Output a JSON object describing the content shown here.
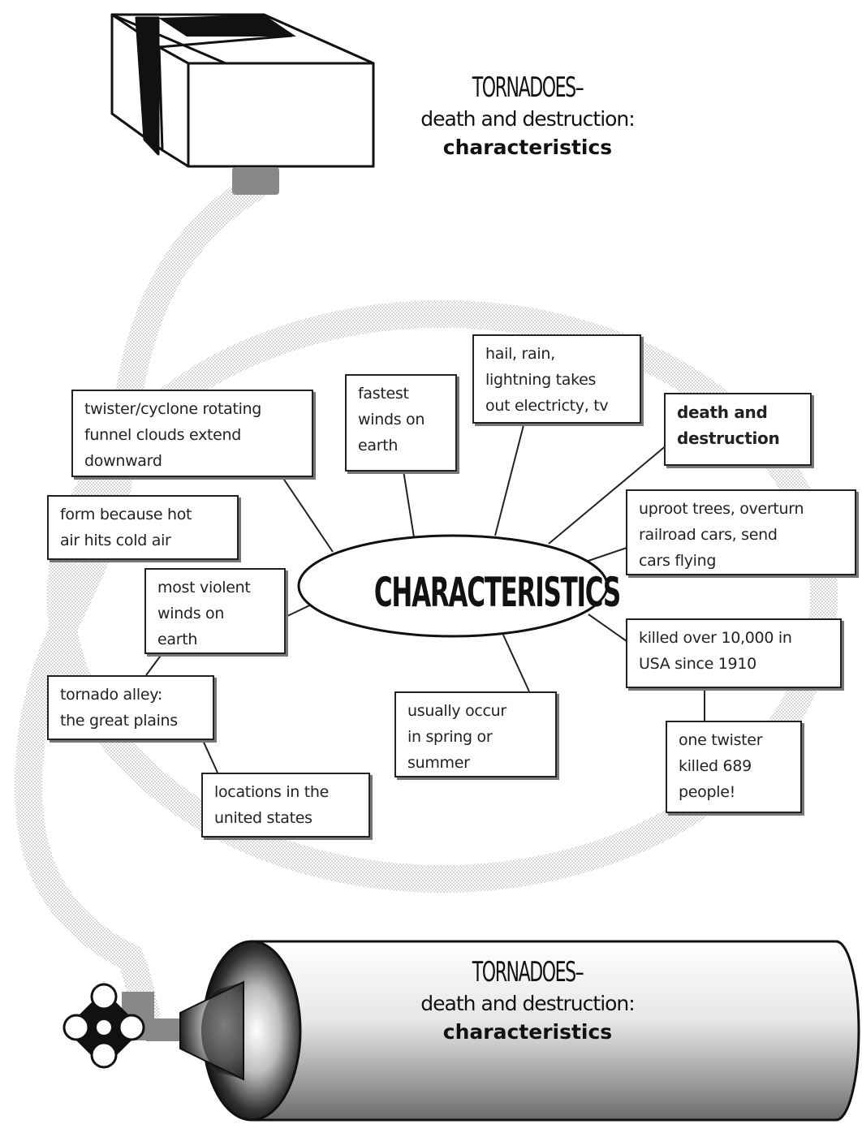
{
  "header": {
    "title": "TORNADOES–",
    "subtitle": "death and destruction:",
    "bold": "characteristics"
  },
  "footer": {
    "title": "TORNADOES–",
    "subtitle": "death and destruction:",
    "bold": "characteristics"
  },
  "center": {
    "label": "CHARACTERISTICS"
  },
  "nodes": {
    "twister": [
      "twister/cyclone rotating",
      "funnel clouds extend",
      "downward"
    ],
    "fastest": [
      "fastest",
      "winds on",
      "earth"
    ],
    "hail": [
      "hail, rain,",
      "lightning takes",
      "out electricty, tv"
    ],
    "death": [
      "death and",
      "destruction"
    ],
    "form": [
      "form because hot",
      "air hits cold air"
    ],
    "uproot": [
      "uproot trees, overturn",
      "railroad cars, send",
      "cars flying"
    ],
    "violent": [
      "most violent",
      "winds on",
      "earth"
    ],
    "killed": [
      "killed over 10,000 in",
      "USA since 1910"
    ],
    "alley": [
      "tornado alley:",
      "the great plains"
    ],
    "season": [
      "usually occur",
      "in spring or",
      "summer"
    ],
    "onetwister": [
      "one twister",
      "killed 689",
      "people!"
    ],
    "locations": [
      "locations in the",
      "united states"
    ]
  }
}
